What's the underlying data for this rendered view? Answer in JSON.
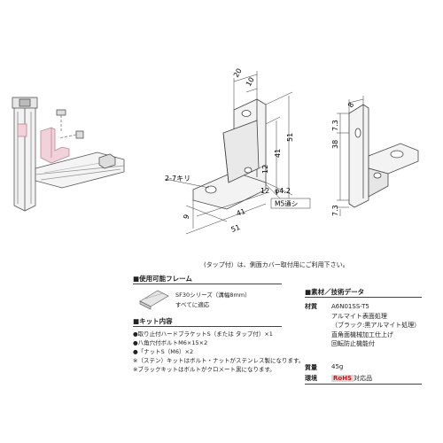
{
  "drawing": {
    "front_view": {
      "dims": {
        "d20": "20",
        "d10": "10",
        "d51_vertical": "51",
        "d41_vertical": "41",
        "d12_vertical": "12",
        "d12_horizontal": "12",
        "d9": "9",
        "d41_horizontal": "41",
        "d51_horizontal": "51"
      },
      "hole_label": "2-7キリ",
      "dia_label": "φ4.2",
      "m5_label": "M5通シ"
    },
    "side_view": {
      "dims": {
        "d8": "8",
        "d38": "38",
        "d73_upper": "7.3",
        "d73_lower": "7.3"
      }
    }
  },
  "tap_note": "(タップ付）は、側面カバー取付用にご利用下さい。",
  "frame_section": {
    "title": "■使用可能フレーム",
    "series": "SF30シリーズ（溝幅8mm）",
    "compat": "すべてに適応"
  },
  "kit_section": {
    "title": "■キット内容",
    "items": [
      "●取り止付ハードブラケットS（または タップ付）×1",
      "●八角穴付ボルトM6×15×2",
      "●「ナットS（M6）×2",
      "※（ステン）キットはボルト・ナットがステンレス製になります。",
      "※ブラックキットはボルトがクロメート黒になります。"
    ]
  },
  "material_section": {
    "title": "■素材／技術データ",
    "material_label": "材質",
    "material_lines": [
      "A6N01SS-T5",
      "アルマイト表面処理",
      "（ブラック:黒アルマイト処理）",
      "直角面機械加工仕上げ",
      "回転防止機能付"
    ],
    "mass_label": "質量",
    "mass_value": "45g",
    "env_label": "環境",
    "rohs": "RoHS",
    "rohs_suffix": "対応品"
  }
}
